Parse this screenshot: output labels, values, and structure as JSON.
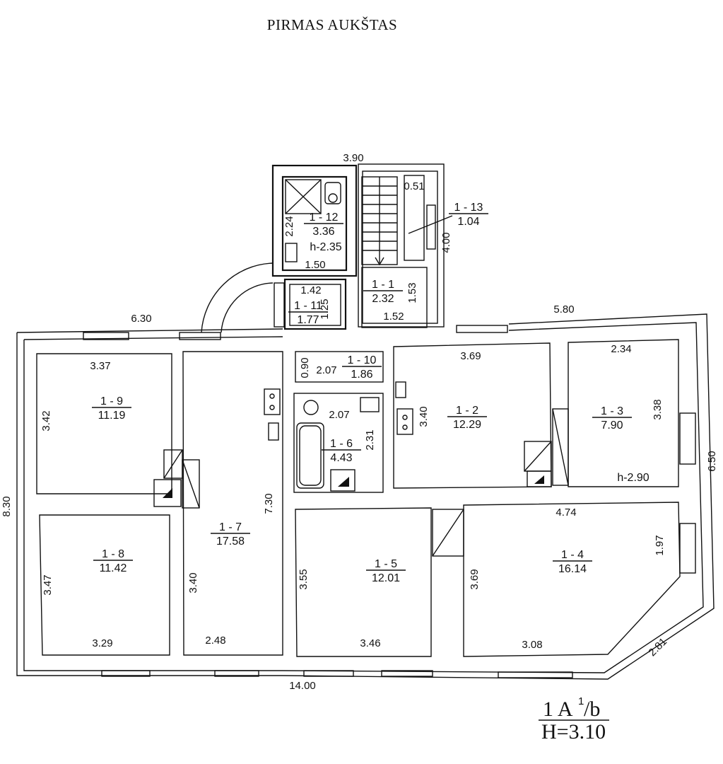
{
  "title": "PIRMAS AUKŠTAS",
  "stamp": {
    "line1": "1 A",
    "sup": "1",
    "line1b": "/b",
    "line2": "H=3.10"
  },
  "rooms": [
    {
      "id": "1 - 12",
      "area": "3.36",
      "note": "h-2.35"
    },
    {
      "id": "1 - 13",
      "area": "1.04"
    },
    {
      "id": "1 - 11",
      "area": "1.77"
    },
    {
      "id": "1 - 1",
      "area": "2.32"
    },
    {
      "id": "1 - 10",
      "area": "1.86"
    },
    {
      "id": "1 - 9",
      "area": "11.19"
    },
    {
      "id": "1 - 6",
      "area": "4.43"
    },
    {
      "id": "1 - 2",
      "area": "12.29"
    },
    {
      "id": "1 - 3",
      "area": "7.90",
      "note": "h-2.90"
    },
    {
      "id": "1 - 7",
      "area": "17.58"
    },
    {
      "id": "1 - 8",
      "area": "11.42"
    },
    {
      "id": "1 - 5",
      "area": "12.01"
    },
    {
      "id": "1 - 4",
      "area": "16.14"
    }
  ],
  "dims": [
    "3.90",
    "0.51",
    "2.24",
    "4.00",
    "1.50",
    "1.42",
    "1.25",
    "1.53",
    "1.52",
    "6.30",
    "5.80",
    "3.37",
    "0.90",
    "2.07",
    "3.69",
    "2.34",
    "3.42",
    "2.07",
    "2.31",
    "3.40",
    "3.38",
    "6.50",
    "8.30",
    "7.30",
    "4.74",
    "1.97",
    "3.47",
    "3.40",
    "3.55",
    "3.69",
    "3.29",
    "2.48",
    "3.46",
    "3.08",
    "2.81",
    "14.00"
  ]
}
